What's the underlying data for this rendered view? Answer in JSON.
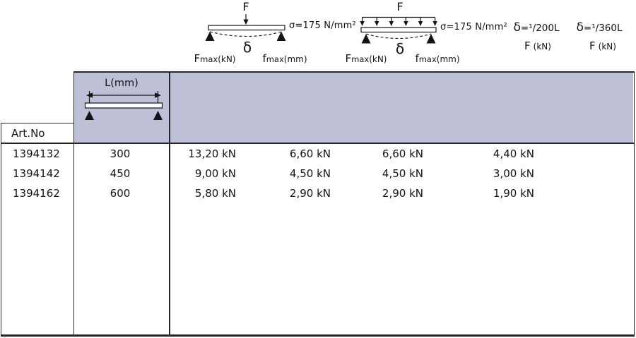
{
  "page": {
    "background": "#ffffff",
    "header_fill": "#bdc0d6",
    "border_color": "#26262c",
    "text_color": "#141414"
  },
  "diagrams": {
    "point_load": {
      "force_label": "F",
      "stress_label": "σ=175 N/mm²",
      "deflection_label": "δ",
      "col_force": {
        "sym": "F",
        "sub": "max",
        "unit": "(kN)"
      },
      "col_deflection": {
        "sym": "f",
        "sub": "max",
        "unit": "(mm)"
      }
    },
    "distributed_load": {
      "force_label": "F",
      "stress_label": "σ=175 N/mm²",
      "deflection_label": "δ",
      "col_force": {
        "sym": "F",
        "sub": "max",
        "unit": "(kN)"
      },
      "col_deflection": {
        "sym": "f",
        "sub": "max",
        "unit": "(mm)"
      }
    },
    "limit_200": {
      "formula_sym": "δ",
      "formula_rest": "=¹/200L",
      "col": {
        "sym": "F",
        "unit": "(kN)"
      }
    },
    "limit_360": {
      "formula_sym": "δ",
      "formula_rest": "=¹/360L",
      "col": {
        "sym": "F",
        "unit": "(kN)"
      }
    },
    "length_diagram": {
      "label": "L(mm)"
    }
  },
  "table": {
    "artno_header": "Art.No",
    "rows": [
      {
        "artno": "1394132",
        "length_mm": "300",
        "values": [
          "13,20 kN",
          "6,60 kN",
          "6,60 kN",
          "4,40 kN"
        ]
      },
      {
        "artno": "1394142",
        "length_mm": "450",
        "values": [
          "9,00 kN",
          "4,50 kN",
          "4,50 kN",
          "3,00 kN"
        ]
      },
      {
        "artno": "1394162",
        "length_mm": "600",
        "values": [
          "5,80 kN",
          "2,90 kN",
          "2,90 kN",
          "1,90 kN"
        ]
      }
    ]
  }
}
